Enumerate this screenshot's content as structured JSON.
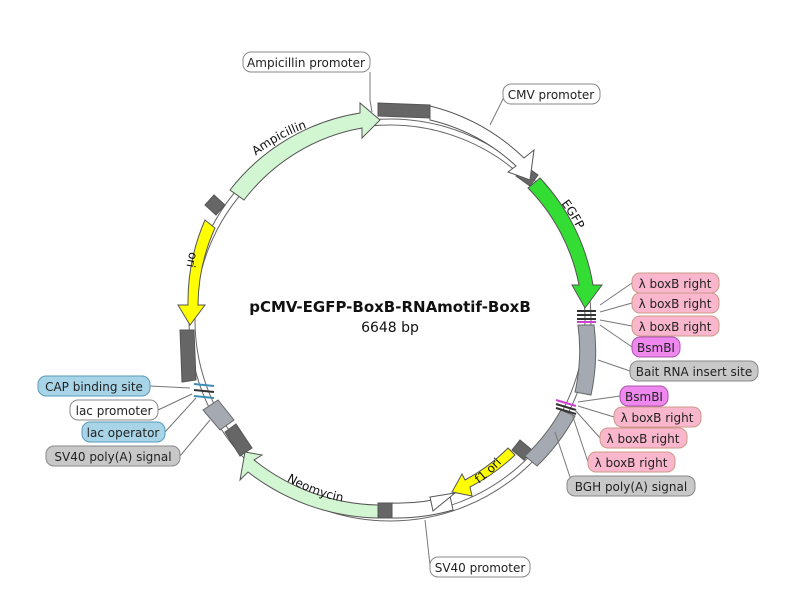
{
  "plasmid": {
    "name": "pCMV-EGFP-BoxB-RNAmotif-BoxB",
    "size": "6648 bp"
  },
  "features": [
    {
      "id": "ampicillin",
      "label": "Ampicillin",
      "color": "#d2f5d2"
    },
    {
      "id": "cmv",
      "label": "",
      "color": "#ffffff"
    },
    {
      "id": "egfp",
      "label": "EGFP",
      "color": "#33dd33"
    },
    {
      "id": "ori",
      "label": "ori",
      "color": "#ffff00"
    },
    {
      "id": "neomycin",
      "label": "Neomycin",
      "color": "#d2f5d2"
    },
    {
      "id": "f1ori",
      "label": "f1 ori",
      "color": "#ffff00"
    },
    {
      "id": "sv40",
      "label": "",
      "color": "#ffffff"
    }
  ],
  "labels": [
    {
      "id": "ampicillin-promoter",
      "text": "Ampicillin promoter",
      "color": "#ffffff"
    },
    {
      "id": "cmv-promoter",
      "text": "CMV promoter",
      "color": "#ffffff"
    },
    {
      "id": "boxb-right-1",
      "text": "λ boxB right",
      "color": "#f9b6cd"
    },
    {
      "id": "boxb-right-2",
      "text": "λ boxB right",
      "color": "#f9b6cd"
    },
    {
      "id": "boxb-right-3",
      "text": "λ boxB right",
      "color": "#f9b6cd"
    },
    {
      "id": "bsmbi-1",
      "text": "BsmBI",
      "color": "#ee88ee"
    },
    {
      "id": "bait-rna",
      "text": "Bait RNA insert site",
      "color": "#c8c8c8"
    },
    {
      "id": "bsmbi-2",
      "text": "BsmBI",
      "color": "#ee88ee"
    },
    {
      "id": "boxb-right-4",
      "text": "λ boxB right",
      "color": "#f9b6cd"
    },
    {
      "id": "boxb-right-5",
      "text": "λ boxB right",
      "color": "#f9b6cd"
    },
    {
      "id": "boxb-right-6",
      "text": "λ boxB right",
      "color": "#f9b6cd"
    },
    {
      "id": "bgh-polya",
      "text": "BGH poly(A) signal",
      "color": "#c8c8c8"
    },
    {
      "id": "sv40-promoter",
      "text": "SV40 promoter",
      "color": "#ffffff"
    },
    {
      "id": "cap-binding",
      "text": "CAP binding site",
      "color": "#a8d4e8"
    },
    {
      "id": "lac-promoter",
      "text": "lac promoter",
      "color": "#ffffff"
    },
    {
      "id": "lac-operator",
      "text": "lac operator",
      "color": "#a8d4e8"
    },
    {
      "id": "sv40-polya",
      "text": "SV40 poly(A) signal",
      "color": "#c8c8c8"
    }
  ]
}
